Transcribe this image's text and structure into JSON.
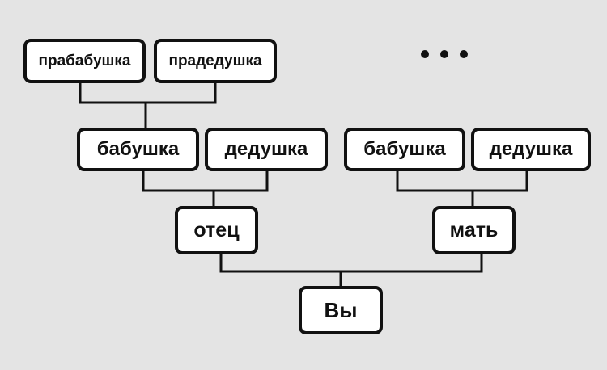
{
  "nodes": {
    "great_grandmother": "прабабушка",
    "great_grandfather": "прадедушка",
    "paternal_grandmother": "бабушка",
    "paternal_grandfather": "дедушка",
    "maternal_grandmother": "бабушка",
    "maternal_grandfather": "дедушка",
    "father": "отец",
    "mother": "мать",
    "you": "Вы"
  },
  "ellipsis": "more-ancestors-indicator",
  "colors": {
    "background": "#e4e4e4",
    "box_fill": "#ffffff",
    "line": "#111111"
  }
}
